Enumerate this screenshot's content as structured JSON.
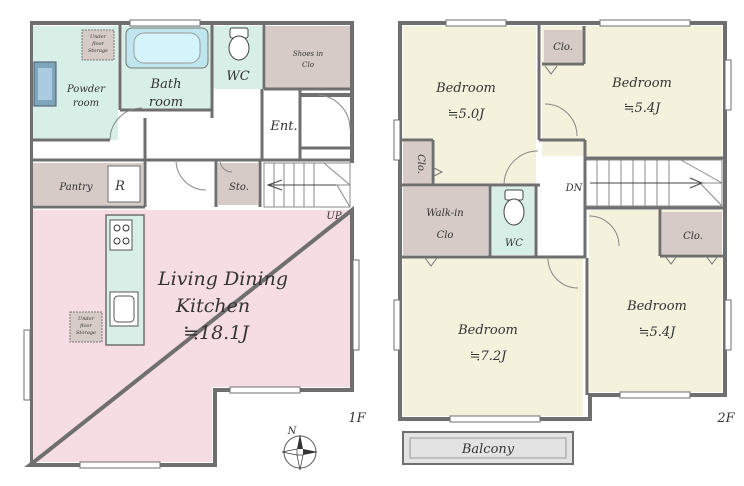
{
  "colors": {
    "ldk": "#f6dde3",
    "bedroom": "#f4f1dc",
    "storage": "#d6cbc6",
    "bath": "#d8efe8",
    "wall": "#6f6f6f",
    "hall": "#ffffff"
  },
  "floor1": {
    "label": "1F",
    "ldk": {
      "name_line1": "Living Dining",
      "name_line2": "Kitchen",
      "size": "≒18.1J"
    },
    "powder_room": {
      "line1": "Powder",
      "line2": "room"
    },
    "bath": {
      "line1": "Bath",
      "line2": "room"
    },
    "wc": "WC",
    "shoes_in_clo": {
      "line1": "Shoes in",
      "line2": "Clo"
    },
    "entrance": "Ent.",
    "pantry": "Pantry",
    "fridge": "R",
    "storage": "Sto.",
    "stairs_up": "UP",
    "under_floor_storage": {
      "line1": "Under",
      "line2": "floor",
      "line3": "Storage"
    }
  },
  "floor2": {
    "label": "2F",
    "bedroom_a": {
      "name": "Bedroom",
      "size": "≒5.0J"
    },
    "bedroom_b": {
      "name": "Bedroom",
      "size": "≒5.4J"
    },
    "bedroom_c": {
      "name": "Bedroom",
      "size": "≒7.2J"
    },
    "bedroom_d": {
      "name": "Bedroom",
      "size": "≒5.4J"
    },
    "walk_in_clo": {
      "line1": "Walk-in",
      "line2": "Clo"
    },
    "wc": "WC",
    "closet": "Clo.",
    "stairs_down": "DN",
    "balcony": "Balcony"
  },
  "compass": "N"
}
